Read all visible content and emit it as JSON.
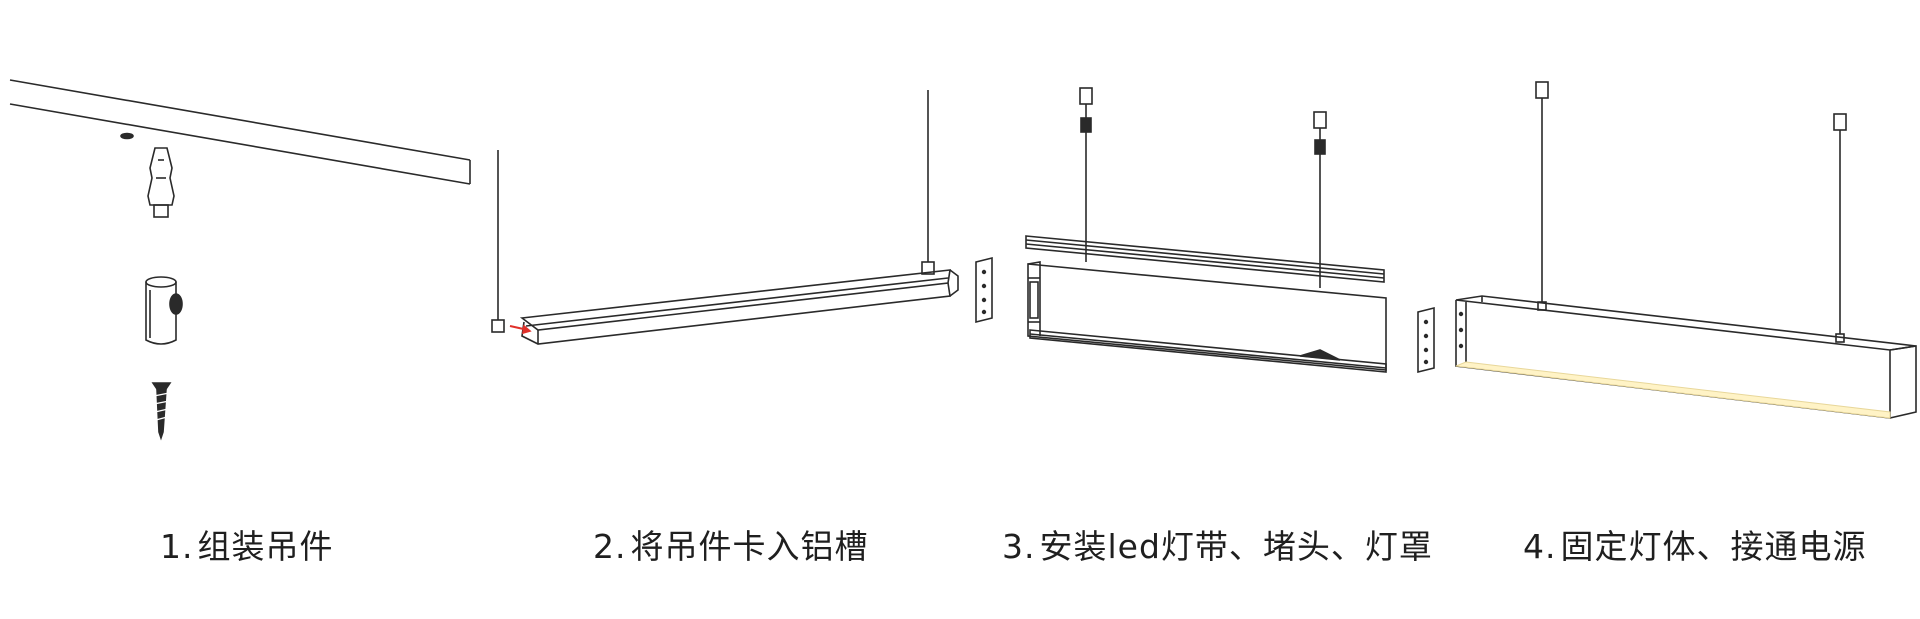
{
  "steps": [
    {
      "number": "1.",
      "caption": "组装吊件"
    },
    {
      "number": "2.",
      "caption": "将吊件卡入铝槽"
    },
    {
      "number": "3.",
      "caption": "安装led灯带、堵头、灯罩"
    },
    {
      "number": "4.",
      "caption": "固定灯体、接通电源"
    }
  ],
  "colors": {
    "line": "#2a2a2a",
    "light_glow": "#fff3c6",
    "arrow": "#e0302a"
  }
}
